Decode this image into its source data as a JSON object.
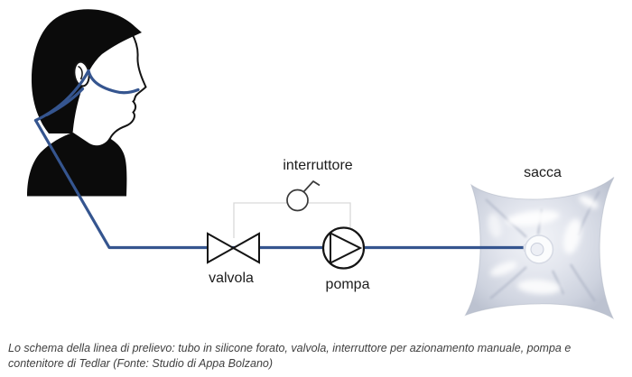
{
  "figure": {
    "labels": {
      "switch": "interruttore",
      "bag": "sacca",
      "valve": "valvola",
      "pump": "pompa"
    },
    "caption": "Lo schema della linea di prelievo: tubo in silicone forato, valvola, interruttore per azionamento manuale, pompa e contenitore di Tedlar (Fonte: Studio di Appa Bolzano)",
    "colors": {
      "tube": "#35558f",
      "bypass_line": "#d9d9d9",
      "symbol_stroke": "#141414",
      "switch_stroke": "#3a3a3a",
      "label_text": "#1c1c1c",
      "caption_text": "#3f3f3f",
      "bag_base": "#c6cbd9",
      "bag_light": "#f4f5f9",
      "background": "#ffffff"
    },
    "icons": {
      "person": "person-profile-icon",
      "valve": "valve-bowtie-icon",
      "pump": "pump-circle-triangle-icon",
      "switch": "switch-circle-lever-icon",
      "bag": "gas-sampling-bag-icon"
    }
  }
}
